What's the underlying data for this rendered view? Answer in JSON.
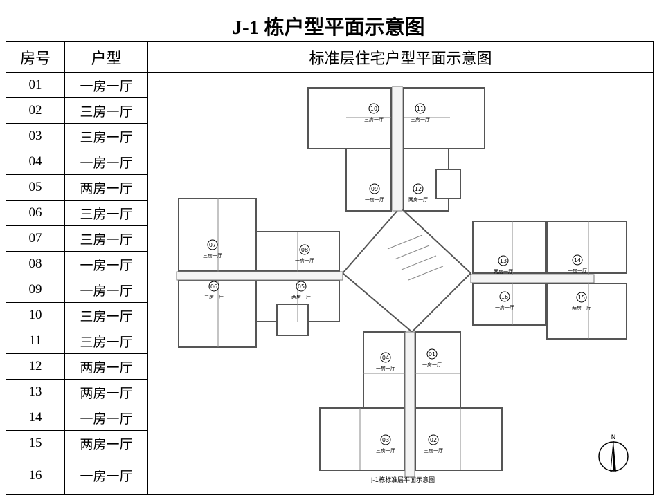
{
  "title": "J-1 栋户型平面示意图",
  "headers": {
    "room_no": "房号",
    "type": "户型",
    "plan": "标准层住宅户型平面示意图"
  },
  "rows": [
    {
      "no": "01",
      "type": "一房一厅"
    },
    {
      "no": "02",
      "type": "三房一厅"
    },
    {
      "no": "03",
      "type": "三房一厅"
    },
    {
      "no": "04",
      "type": "一房一厅"
    },
    {
      "no": "05",
      "type": "两房一厅"
    },
    {
      "no": "06",
      "type": "三房一厅"
    },
    {
      "no": "07",
      "type": "三房一厅"
    },
    {
      "no": "08",
      "type": "一房一厅"
    },
    {
      "no": "09",
      "type": "一房一厅"
    },
    {
      "no": "10",
      "type": "三房一厅"
    },
    {
      "no": "11",
      "type": "三房一厅"
    },
    {
      "no": "12",
      "type": "两房一厅"
    },
    {
      "no": "13",
      "type": "两房一厅"
    },
    {
      "no": "14",
      "type": "一房一厅"
    },
    {
      "no": "15",
      "type": "两房一厅"
    },
    {
      "no": "16",
      "type": "一房一厅"
    }
  ],
  "plan": {
    "caption": "J-1栋标准层平面示意图",
    "north": "N",
    "units": [
      {
        "no": "10",
        "type": "三房一厅"
      },
      {
        "no": "11",
        "type": "三房一厅"
      },
      {
        "no": "09",
        "type": "一房一厅"
      },
      {
        "no": "12",
        "type": "两房一厅"
      },
      {
        "no": "07",
        "type": "三房一厅"
      },
      {
        "no": "08",
        "type": "一房一厅"
      },
      {
        "no": "06",
        "type": "三房一厅"
      },
      {
        "no": "05",
        "type": "两房一厅"
      },
      {
        "no": "13",
        "type": "两房一厅"
      },
      {
        "no": "14",
        "type": "一房一厅"
      },
      {
        "no": "16",
        "type": "一房一厅"
      },
      {
        "no": "15",
        "type": "两房一厅"
      },
      {
        "no": "04",
        "type": "一房一厅"
      },
      {
        "no": "01",
        "type": "一房一厅"
      },
      {
        "no": "03",
        "type": "三房一厅"
      },
      {
        "no": "02",
        "type": "三房一厅"
      }
    ]
  }
}
